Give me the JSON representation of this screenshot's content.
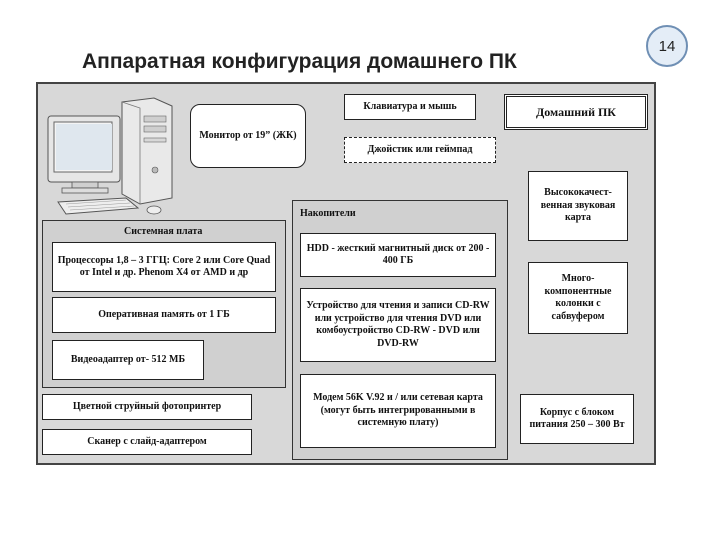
{
  "slide_number": "14",
  "title": "Аппаратная конфигурация домашнего ПК",
  "boxes": {
    "keyboard_mouse": "Клавиатура и мышь",
    "home_pc": "Домашний ПК",
    "monitor": "Монитор от 19” (ЖК)",
    "joystick": "Джойстик или геймпад",
    "sound_card": "Высококачест-венная звуковая карта",
    "speakers": "Много-компонентные колонки с сабвуфером",
    "power_supply": "Корпус с блоком питания 250 – 300 Вт",
    "printer": "Цветной струйный фотопринтер",
    "scanner": "Сканер с слайд-адаптером"
  },
  "motherboard": {
    "title": "Системная плата",
    "processors": "Процессоры 1,8 – 3 ГГЦ: Core 2 или Core Quad от Intel и др. Phenom X4 от AMD и др",
    "ram": "Оперативная память от 1 ГБ",
    "video": "Видеоадаптер от- 512 МБ"
  },
  "storage": {
    "title": "Накопители",
    "hdd": "HDD - жесткий магнитный диск от 200 - 400 ГБ",
    "optical": "Устройство для чтения и записи CD-RW или устройство для чтения DVD или комбоустройство CD-RW - DVD или DVD-RW",
    "modem": "Модем 56K V.92 и / или сетевая карта (могут быть интегрированными в системную плату)"
  }
}
